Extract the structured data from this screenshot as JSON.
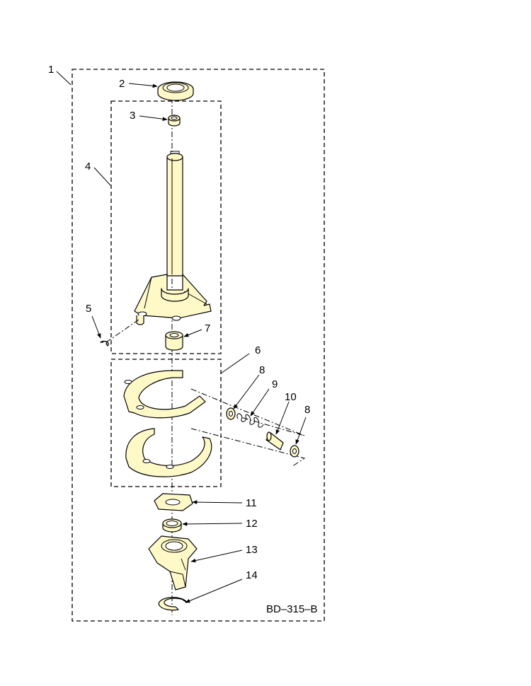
{
  "callouts": [
    "1",
    "2",
    "3",
    "4",
    "5",
    "6",
    "7",
    "8",
    "9",
    "10",
    "8",
    "11",
    "12",
    "13",
    "14"
  ],
  "diagram_code": "BD–315–B",
  "colors": {
    "part_fill": "#fff9c8",
    "line": "#000000"
  }
}
